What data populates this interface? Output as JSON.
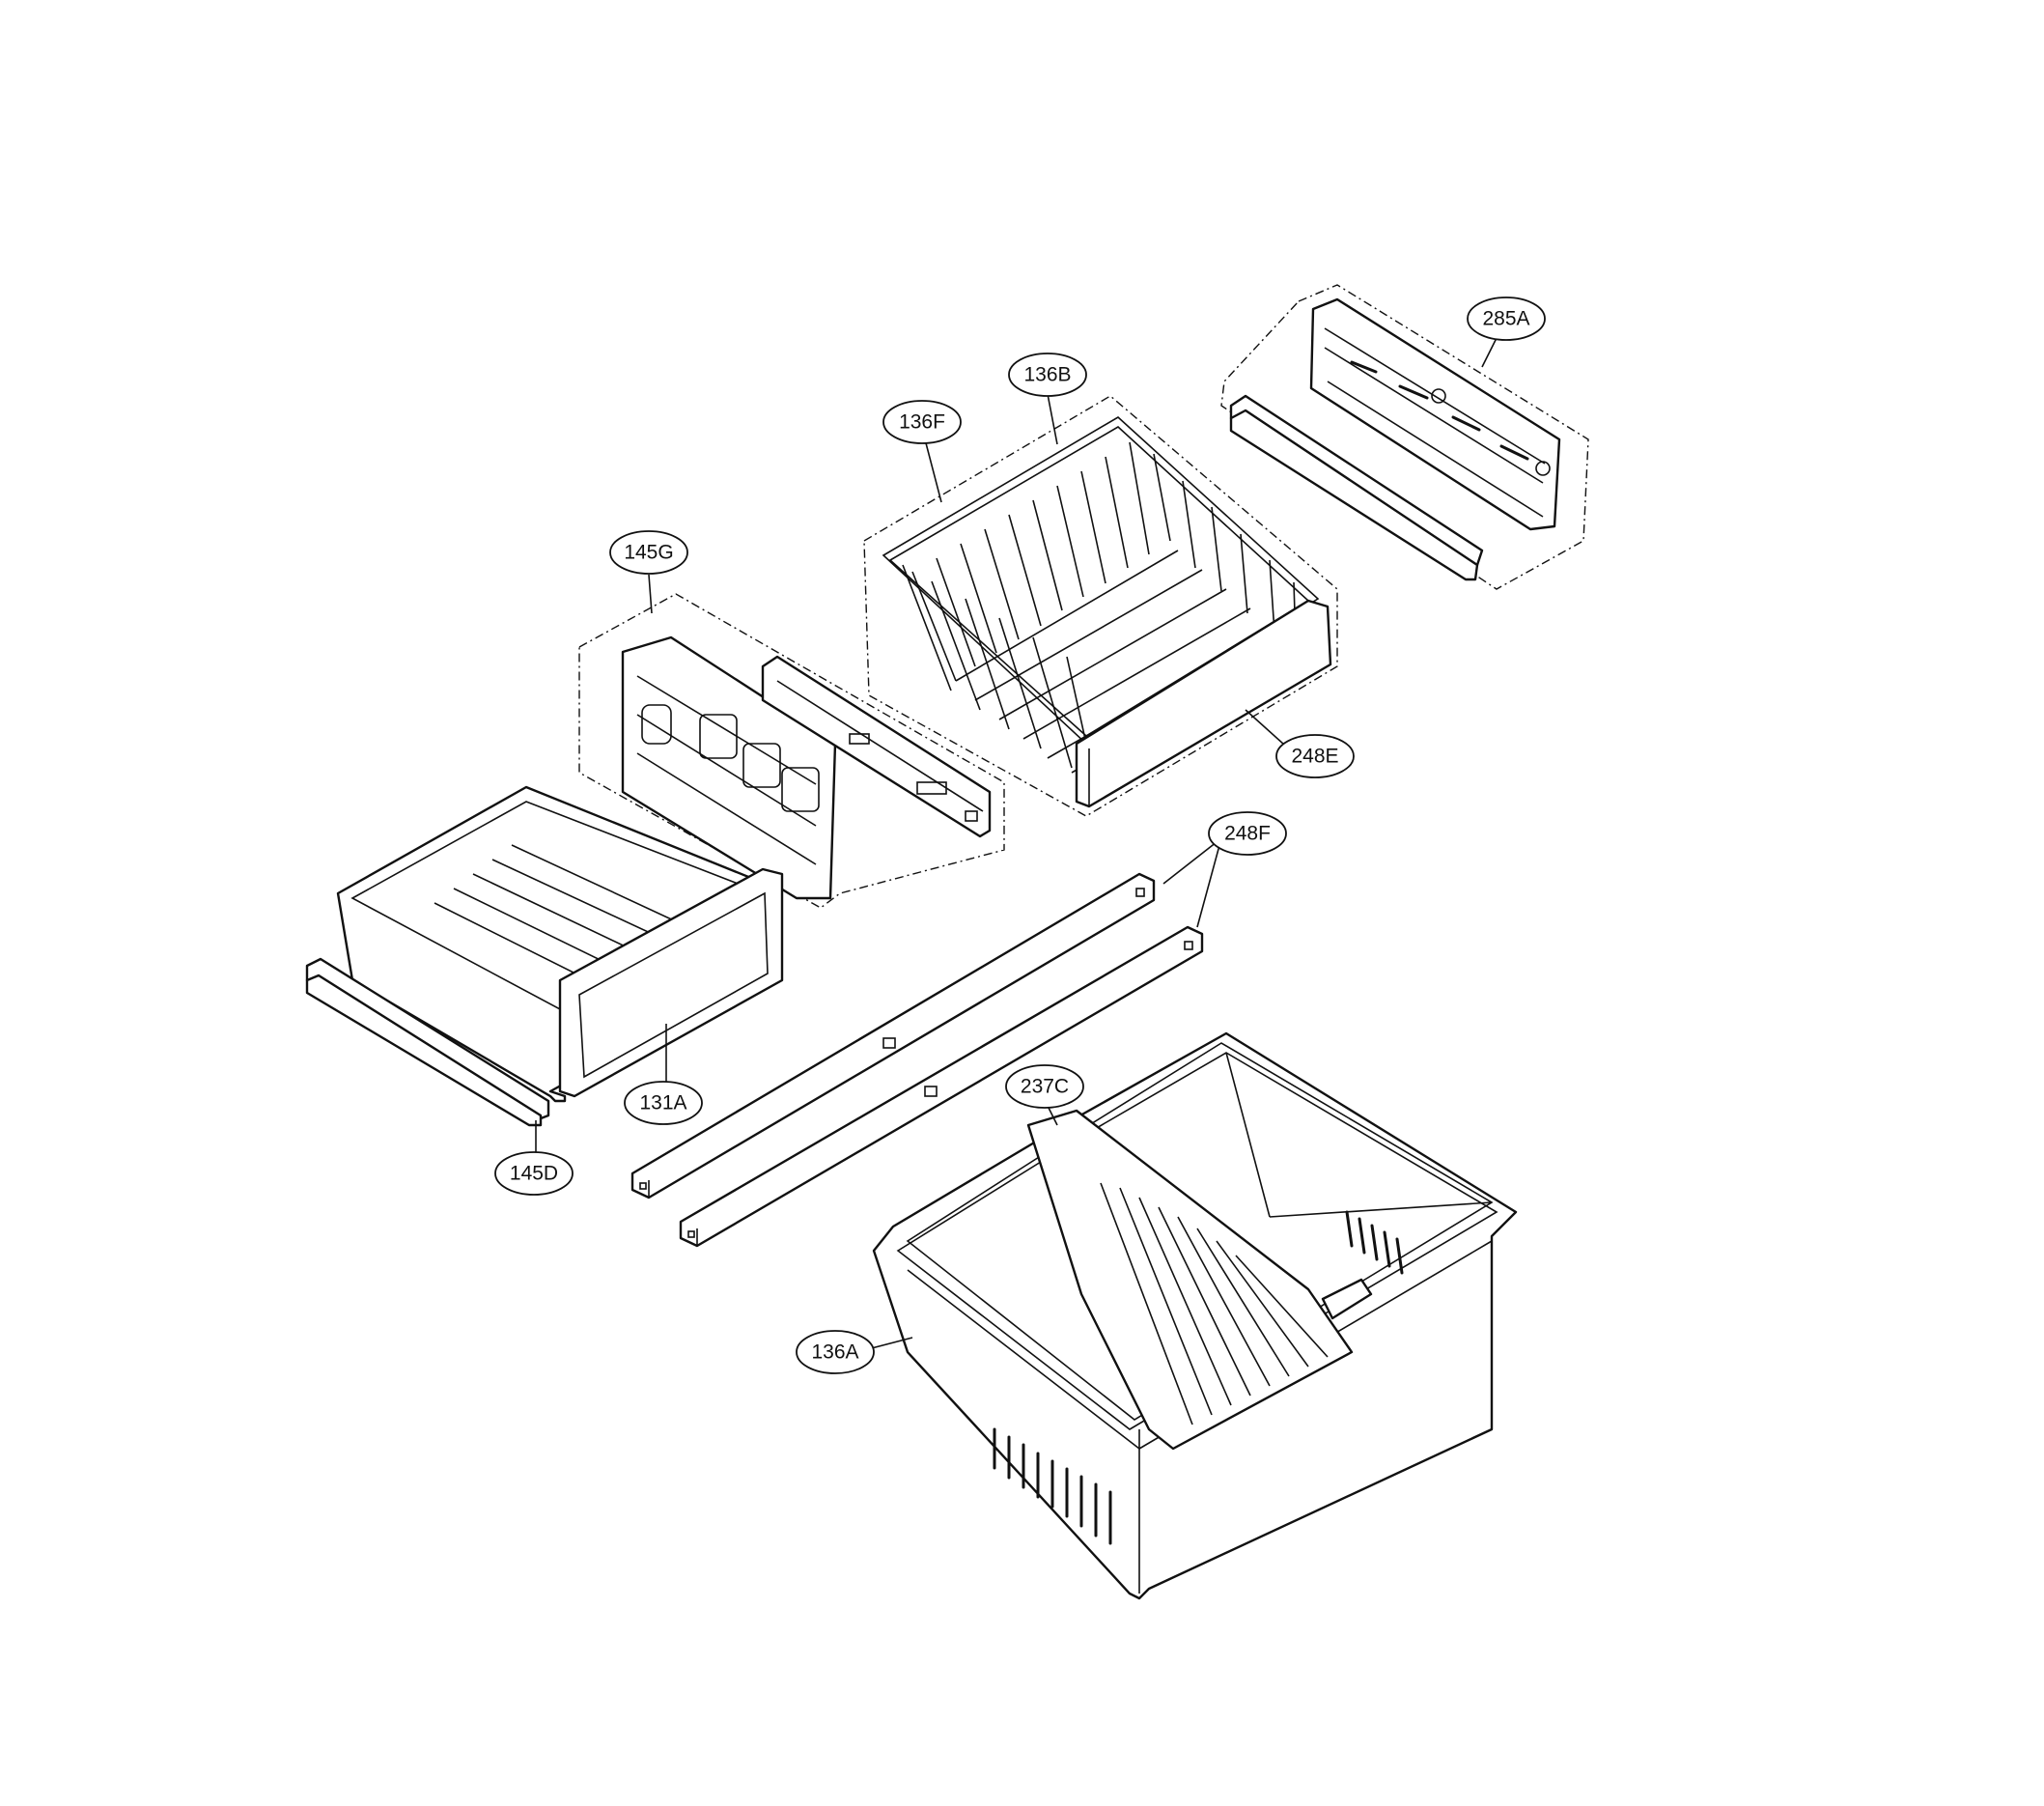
{
  "diagram": {
    "labels": {
      "l285A": "285A",
      "l136B": "136B",
      "l136F": "136F",
      "l145G": "145G",
      "l248E": "248E",
      "l248F": "248F",
      "l131A": "131A",
      "l145D": "145D",
      "l237C": "237C",
      "l136A": "136A"
    }
  }
}
